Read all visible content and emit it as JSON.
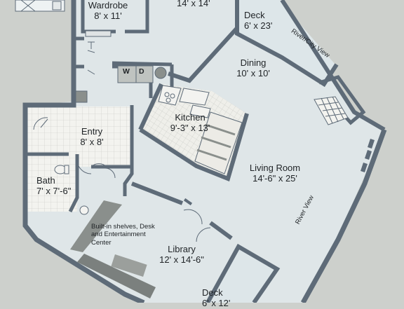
{
  "rooms": {
    "wardrobe": {
      "name": "Wardrobe",
      "size": "8' x 11'"
    },
    "bedroom": {
      "size": "14' x 14'"
    },
    "deck_top": {
      "name": "Deck",
      "size": "6' x 23'"
    },
    "dining": {
      "name": "Dining",
      "size": "10' x 10'"
    },
    "kitchen": {
      "name": "Kitchen",
      "size": "9'-3\" x 13'"
    },
    "entry": {
      "name": "Entry",
      "size": "8' x 8'"
    },
    "living": {
      "name": "Living Room",
      "size": "14'-6\" x 25'"
    },
    "bath": {
      "name": "Bath",
      "size": "7' x 7'-6\""
    },
    "library": {
      "name": "Library",
      "size": "12' x 14'-6\""
    },
    "deck_bottom": {
      "name": "Deck",
      "size": "6' x 12'"
    }
  },
  "appliances": {
    "washer": "W",
    "dryer": "D"
  },
  "notes": {
    "builtins": "Built-in shelves, Desk and Entertainment Center"
  },
  "views": {
    "top": "River/City View",
    "right": "River View"
  },
  "colors": {
    "background": "#cdd0cc",
    "floor": "#dfe6e8",
    "wall": "#5e6b78",
    "tile": "#f3f3ef",
    "deck": "#dde6e9"
  }
}
